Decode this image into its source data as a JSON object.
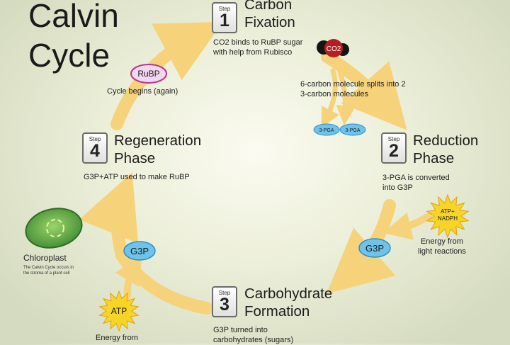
{
  "title": {
    "line1": "Calvin",
    "line2": "Cycle"
  },
  "steps": [
    {
      "word": "Step",
      "num": "1",
      "title1": "Carbon",
      "title2": "Fixation",
      "desc1": "CO2 binds to RuBP sugar",
      "desc2": "with help from Rubisco"
    },
    {
      "word": "Step",
      "num": "2",
      "title1": "Reduction",
      "title2": "Phase",
      "desc1": "3-PGA is converted",
      "desc2": "into G3P"
    },
    {
      "word": "Step",
      "num": "3",
      "title1": "Carbohydrate",
      "title2": "Formation",
      "desc1": "G3P turned into",
      "desc2": "carbohydrates (sugars)"
    },
    {
      "word": "Step",
      "num": "4",
      "title1": "Regeneration",
      "title2": "Phase",
      "desc1": "G3P+ATP used to make RuBP",
      "desc2": ""
    }
  ],
  "rubp": {
    "label": "RuBP",
    "caption": "Cycle begins (again)"
  },
  "co2": {
    "label": "CO2"
  },
  "split_note": {
    "line1": "6-carbon molecule splits into 2",
    "line2": "3-carbon molecules"
  },
  "pga": [
    "3-PGA",
    "3-PGA"
  ],
  "g3p_right": "G3P",
  "g3p_left": "G3P",
  "atp_nadph": {
    "line1": "ATP+",
    "line2": "NADPH",
    "caption1": "Energy from",
    "caption2": "light reactions"
  },
  "atp": {
    "label": "ATP",
    "caption": "Energy from"
  },
  "chloroplast": {
    "label": "Chloroplast",
    "note1": "The Calvin Cycle occurs in",
    "note2": "the stroma of a plant cell"
  },
  "colors": {
    "arrow": "#f6d27a",
    "bubble_fill": "#6fc3ea",
    "bubble_stroke": "#2f8fc4",
    "rubp_stroke": "#b5378b",
    "co2": "#b51e22",
    "star": "#f6d428",
    "chloroplast": "#4e9a3c"
  }
}
